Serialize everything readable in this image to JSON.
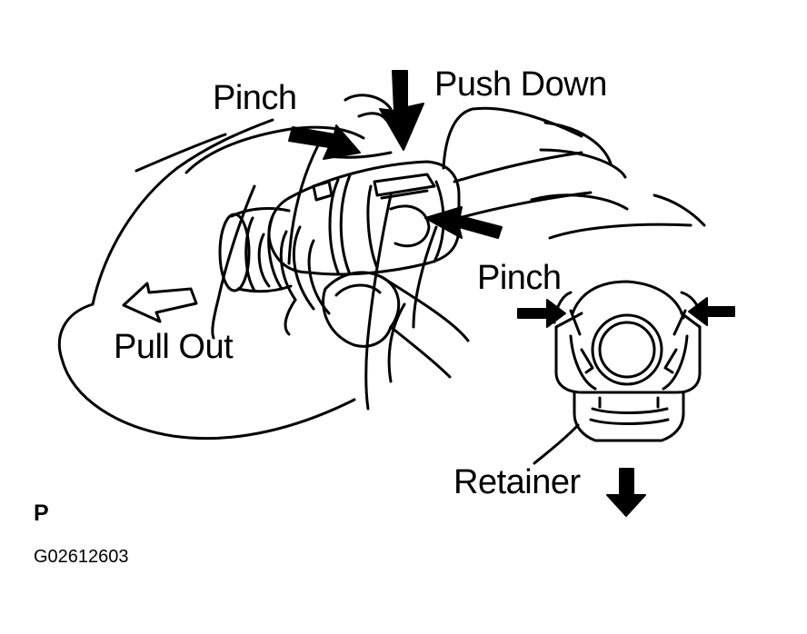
{
  "labels": {
    "pinch_top": "Pinch",
    "push_down": "Push Down",
    "pinch_right": "Pinch",
    "pull_out": "Pull Out",
    "retainer": "Retainer",
    "view_letter": "P",
    "figure_code": "G02612603"
  },
  "colors": {
    "ink": "#000000",
    "paper": "#ffffff"
  }
}
